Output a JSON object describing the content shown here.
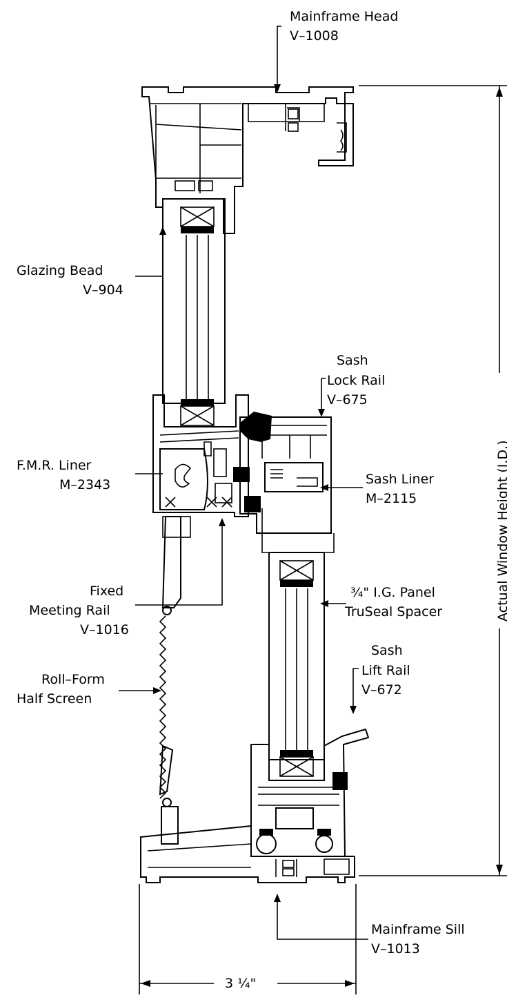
{
  "labels": {
    "mainframe_head": {
      "name": "Mainframe Head",
      "part": "V–1008"
    },
    "glazing_bead": {
      "name": "Glazing Bead",
      "part": "V–904"
    },
    "sash_lock_rail": {
      "name1": "Sash",
      "name2": "Lock Rail",
      "part": "V–675"
    },
    "fmr_liner": {
      "name": "F.M.R. Liner",
      "part": "M–2343"
    },
    "sash_liner": {
      "name": "Sash Liner",
      "part": "M–2115"
    },
    "fixed_meeting_rail": {
      "name1": "Fixed",
      "name2": "Meeting Rail",
      "part": "V–1016"
    },
    "ig_panel": {
      "name1": "¾\" I.G. Panel",
      "name2": "TruSeal Spacer"
    },
    "sash_lift_rail": {
      "name1": "Sash",
      "name2": "Lift Rail",
      "part": "V–672"
    },
    "roll_form_screen": {
      "name1": "Roll–Form",
      "name2": "Half Screen"
    },
    "mainframe_sill": {
      "name": "Mainframe Sill",
      "part": "V–1013"
    }
  },
  "dimensions": {
    "height": "Actual Window Height (I.D.)",
    "width": "3 ¼\""
  }
}
